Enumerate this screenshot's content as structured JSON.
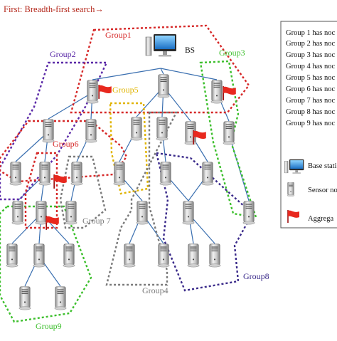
{
  "header": {
    "title": "First: Breadth-first search→"
  },
  "base_station": {
    "label": "BS"
  },
  "groups": [
    {
      "id": "group1",
      "label": "Group1",
      "color": "#d62828"
    },
    {
      "id": "group2",
      "label": "Group2",
      "color": "#5b2aa8"
    },
    {
      "id": "group3",
      "label": "Group3",
      "color": "#3cbf2c"
    },
    {
      "id": "group4",
      "label": "Group4",
      "color": "#7a7a7a"
    },
    {
      "id": "group5",
      "label": "Group5",
      "color": "#e0b400"
    },
    {
      "id": "group6",
      "label": "Group6",
      "color": "#d62828"
    },
    {
      "id": "group7",
      "label": "Group 7",
      "color": "#7a7a7a"
    },
    {
      "id": "group8",
      "label": "Group8",
      "color": "#3a2a8a"
    },
    {
      "id": "group9",
      "label": "Group9",
      "color": "#3cbf2c"
    }
  ],
  "legend": {
    "group_lines": [
      "Group 1 has noc",
      "Group 2 has noc",
      "Group 3 has noc",
      "Group 4 has noc",
      "Group 5 has noc",
      "Group 6 has noc",
      "Group 7 has noc",
      "Group 8 has noc",
      "Group 9 has noc"
    ],
    "symbols": [
      {
        "icon": "base-station-icon",
        "label": "Base stati"
      },
      {
        "icon": "sensor-node-icon",
        "label": "Sensor noc"
      },
      {
        "icon": "aggregator-flag-icon",
        "label": "Aggrega"
      }
    ]
  },
  "colors": {
    "link": "#3a6fb0",
    "flag": "#e8281e",
    "border": "#555555"
  }
}
